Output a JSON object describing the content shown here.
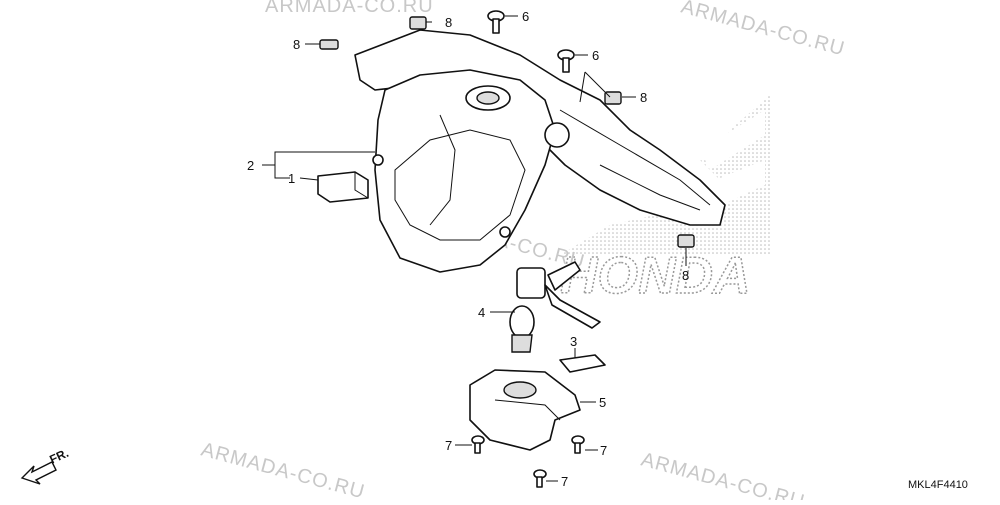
{
  "callouts": {
    "c1": "1",
    "c2": "2",
    "c3": "3",
    "c4": "4",
    "c5": "5",
    "c6a": "6",
    "c6b": "6",
    "c7a": "7",
    "c7b": "7",
    "c7c": "7",
    "c8a": "8",
    "c8b": "8",
    "c8c": "8",
    "c8d": "8"
  },
  "watermark": "ARMADA-CO.RU",
  "brand": "HONDA",
  "direction_label": "FR.",
  "diagram_code": "MKL4F4410"
}
